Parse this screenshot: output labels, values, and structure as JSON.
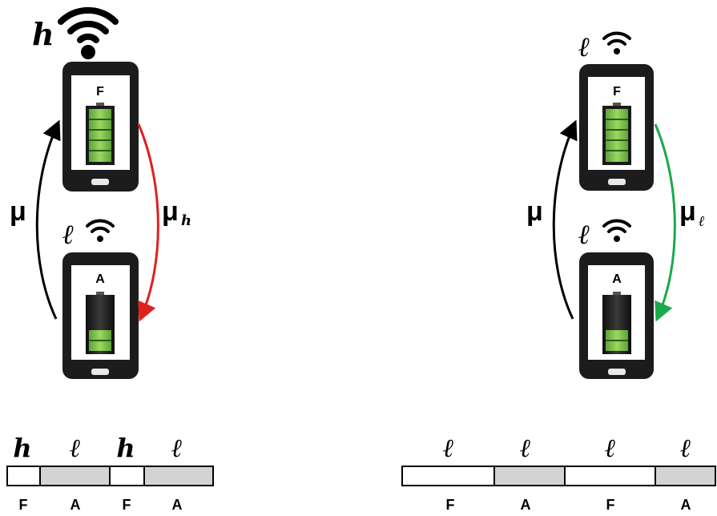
{
  "left_scenario": {
    "top_phone": {
      "rate_symbol": "𝒉",
      "state": "F",
      "battery_level": 1.0
    },
    "bottom_phone": {
      "rate_symbol": "ℓ",
      "state": "A",
      "battery_level": 0.4
    },
    "arrow_up": {
      "label": "μ",
      "color": "#000000"
    },
    "arrow_down": {
      "label": "μ",
      "subscript": "𝒉",
      "color": "#e02020"
    },
    "timeline": {
      "rate_labels": [
        "𝒉",
        "ℓ",
        "𝒉",
        "ℓ"
      ],
      "state_labels": [
        "F",
        "A",
        "F",
        "A"
      ],
      "segments": [
        "white",
        "gray",
        "white",
        "gray"
      ]
    }
  },
  "right_scenario": {
    "top_phone": {
      "rate_symbol": "ℓ",
      "state": "F",
      "battery_level": 1.0
    },
    "bottom_phone": {
      "rate_symbol": "ℓ",
      "state": "A",
      "battery_level": 0.4
    },
    "arrow_up": {
      "label": "μ",
      "color": "#000000"
    },
    "arrow_down": {
      "label": "μ",
      "subscript": "ℓ",
      "color": "#1aaa4a"
    },
    "timeline": {
      "rate_labels": [
        "ℓ",
        "ℓ",
        "ℓ",
        "ℓ"
      ],
      "state_labels": [
        "F",
        "A",
        "F",
        "A"
      ],
      "segments": [
        "white",
        "gray",
        "white",
        "gray"
      ]
    }
  },
  "colors": {
    "battery_green": "#7cc24a",
    "battery_dark": "#1a1a1a",
    "timeline_gray": "#d3d3d3",
    "phone_body": "#1c1c1c"
  }
}
